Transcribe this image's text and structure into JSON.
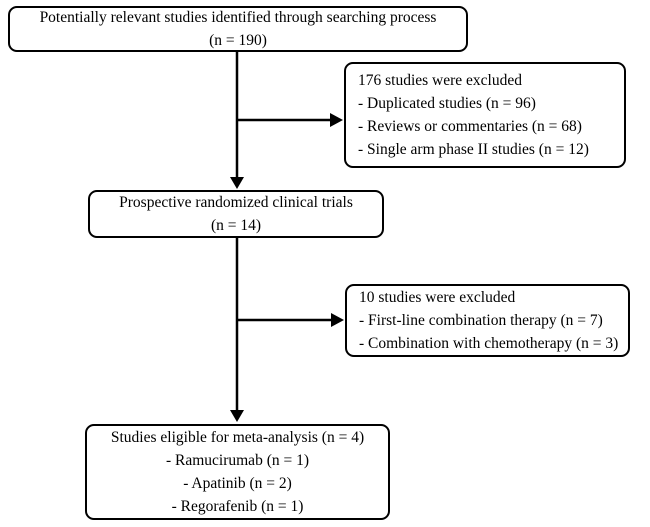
{
  "flowchart": {
    "identified": {
      "line1": "Potentially relevant studies identified through searching process",
      "line2": "(n = 190)"
    },
    "excluded1": {
      "title": "176 studies were excluded",
      "items": [
        "- Duplicated studies (n = 96)",
        "- Reviews or commentaries (n = 68)",
        "- Single arm phase II studies (n = 12)"
      ]
    },
    "rct": {
      "line1": "Prospective randomized clinical trials",
      "line2": "(n = 14)"
    },
    "excluded2": {
      "title": "10 studies were excluded",
      "items": [
        "- First-line combination therapy (n = 7)",
        "- Combination with chemotherapy (n = 3)"
      ]
    },
    "eligible": {
      "line1": "Studies eligible for meta-analysis (n = 4)",
      "items": [
        "- Ramucirumab (n = 1)",
        "- Apatinib (n = 2)",
        "- Regorafenib (n = 1)"
      ]
    },
    "colors": {
      "line": "#000000",
      "border": "#000000",
      "background": "#ffffff"
    }
  }
}
